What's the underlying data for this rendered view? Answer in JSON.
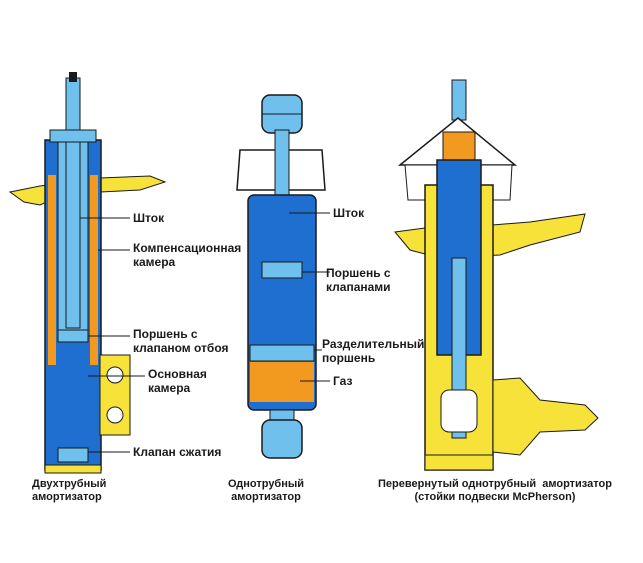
{
  "labels": {
    "shtok_left": "Шток",
    "compensation_chamber": "Компенсационная\nкамера",
    "piston_rebound": "Поршень с\nклапаном отбоя",
    "main_chamber": "Основная\nкамера",
    "compression_valve": "Клапан сжатия",
    "shtok_mid": "Шток",
    "piston_valves": "Поршень с\nклапанами",
    "separating_piston": "Разделительный\nпоршень",
    "gas": "Газ"
  },
  "captions": {
    "twin_tube": "Двухтрубный\nамортизатор",
    "mono_tube": "Однотрубный\nамортизатор",
    "inverted": "Перевернутый однотрубный  амортизатор\n(стойки подвески McPherson)"
  },
  "colors": {
    "blue": "#1e6fd0",
    "light_blue": "#6fc0ec",
    "orange": "#f29a1f",
    "yellow": "#f7e23a",
    "dark": "#1a1a1a"
  }
}
